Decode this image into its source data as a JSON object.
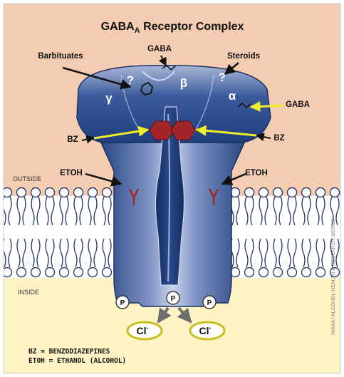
{
  "diagram": {
    "title_main": "GABA",
    "title_sub": "A",
    "title_rest": " Receptor Complex",
    "labels": {
      "barbituates": "Barbituates",
      "gaba_top": "GABA",
      "steroids": "Steroids",
      "gaba_right": "GABA",
      "bz_left": "BZ",
      "bz_right": "BZ",
      "outside": "OUTSIDE",
      "inside": "INSIDE",
      "etoh_left": "ETOH",
      "etoh_right": "ETOH"
    },
    "subunits": {
      "gamma": "γ",
      "beta": "β",
      "alpha": "α",
      "q_left": "?",
      "q_right": "?"
    },
    "phospho": "P",
    "chloride": "Cl",
    "chloride_sup": "-",
    "legend": {
      "line1": "BZ = BENZODIAZEPINES",
      "line2": "ETOH = ETHANOL (ALCOHOL)"
    },
    "watermark": "NIAAA / ALCOHOL HEALTH & RESEARCH WORLD",
    "colors": {
      "background_top": "#f4ccb2",
      "background_bottom": "#fdf3c4",
      "membrane_band": "#ffffff",
      "receptor_dark": "#1f3f7d",
      "receptor_light": "#a9b7d8",
      "bz_site": "#a2252a",
      "arrow_yellow": "#f1ec2a",
      "cl_badge_border": "#c7c020"
    }
  }
}
